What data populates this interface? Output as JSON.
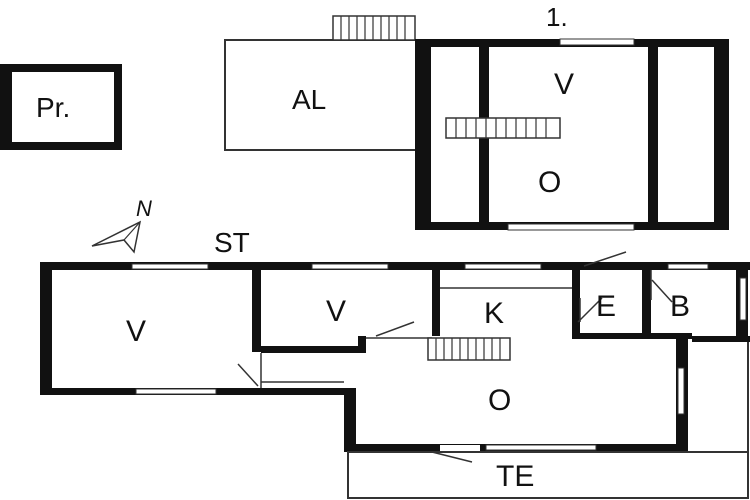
{
  "plan": {
    "upper_floor_label": "1.",
    "ground_floor_label": "ST",
    "north_label": "N",
    "rooms": {
      "pr": "Pr.",
      "al": "AL",
      "upper_v": "V",
      "upper_o": "O",
      "ground_v_left": "V",
      "ground_v_mid": "V",
      "ground_k": "K",
      "ground_e": "E",
      "ground_b": "B",
      "ground_o": "O",
      "te": "TE"
    }
  },
  "colors": {
    "wall": "#111111",
    "background": "#ffffff",
    "thin_line": "#333333",
    "window": "#ffffff"
  }
}
